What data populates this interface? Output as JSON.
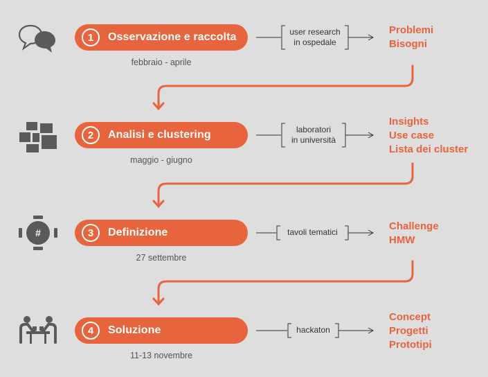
{
  "steps": [
    {
      "number": "1",
      "label": "Osservazione e raccolta",
      "date": "febbraio - aprile",
      "note": [
        "user research",
        "in ospedale"
      ],
      "outputs": [
        "Problemi",
        "Bisogni"
      ],
      "icon": "speech-bubbles-icon"
    },
    {
      "number": "2",
      "label": "Analisi e clustering",
      "date": "maggio - giugno",
      "note": [
        "laboratori",
        "in università"
      ],
      "outputs": [
        "Insights",
        "Use case",
        "Lista dei cluster"
      ],
      "icon": "cluster-blocks-icon"
    },
    {
      "number": "3",
      "label": "Definizione",
      "date": "27 settembre",
      "note": [
        "tavoli tematici"
      ],
      "outputs": [
        "Challenge",
        "HMW"
      ],
      "icon": "round-table-icon"
    },
    {
      "number": "4",
      "label": "Soluzione",
      "date": "11-13 novembre",
      "note": [
        "hackaton"
      ],
      "outputs": [
        "Concept",
        "Progetti",
        "Prototipi"
      ],
      "icon": "people-at-table-icon"
    }
  ],
  "colors": {
    "accent": "#e8643c",
    "icon": "#5a5a5a",
    "background": "#dedede"
  }
}
